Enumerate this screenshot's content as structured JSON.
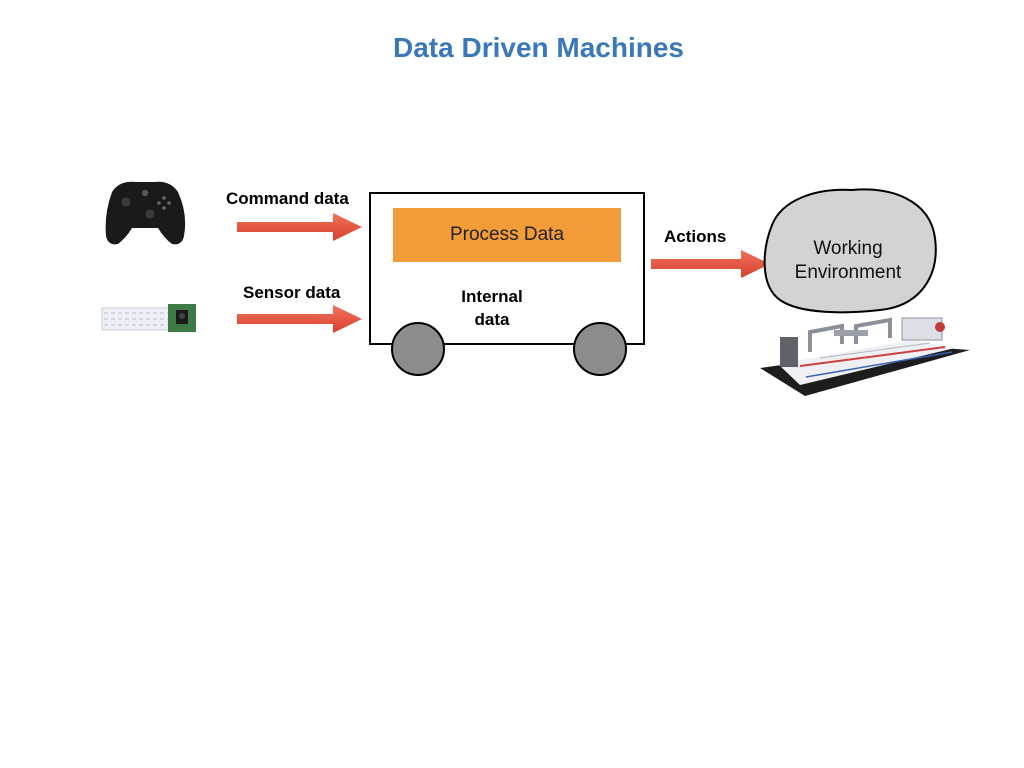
{
  "title": "Data Driven Machines",
  "labels": {
    "command": "Command data",
    "sensor": "Sensor data",
    "internal": [
      "Internal",
      "data"
    ],
    "actions": "Actions"
  },
  "process": {
    "label": "Process Data"
  },
  "environment": {
    "lines": [
      "Working",
      "Environment"
    ]
  },
  "colors": {
    "title": "#3a78b8",
    "process_fill": "#f19c38",
    "arrow": "#e8553f",
    "environment_fill": "#d3d3d3",
    "wheel_fill": "#8c8c8c"
  },
  "icons": {
    "controller": "game-controller-icon",
    "camera": "camera-module-icon",
    "field": "robot-field-icon"
  }
}
